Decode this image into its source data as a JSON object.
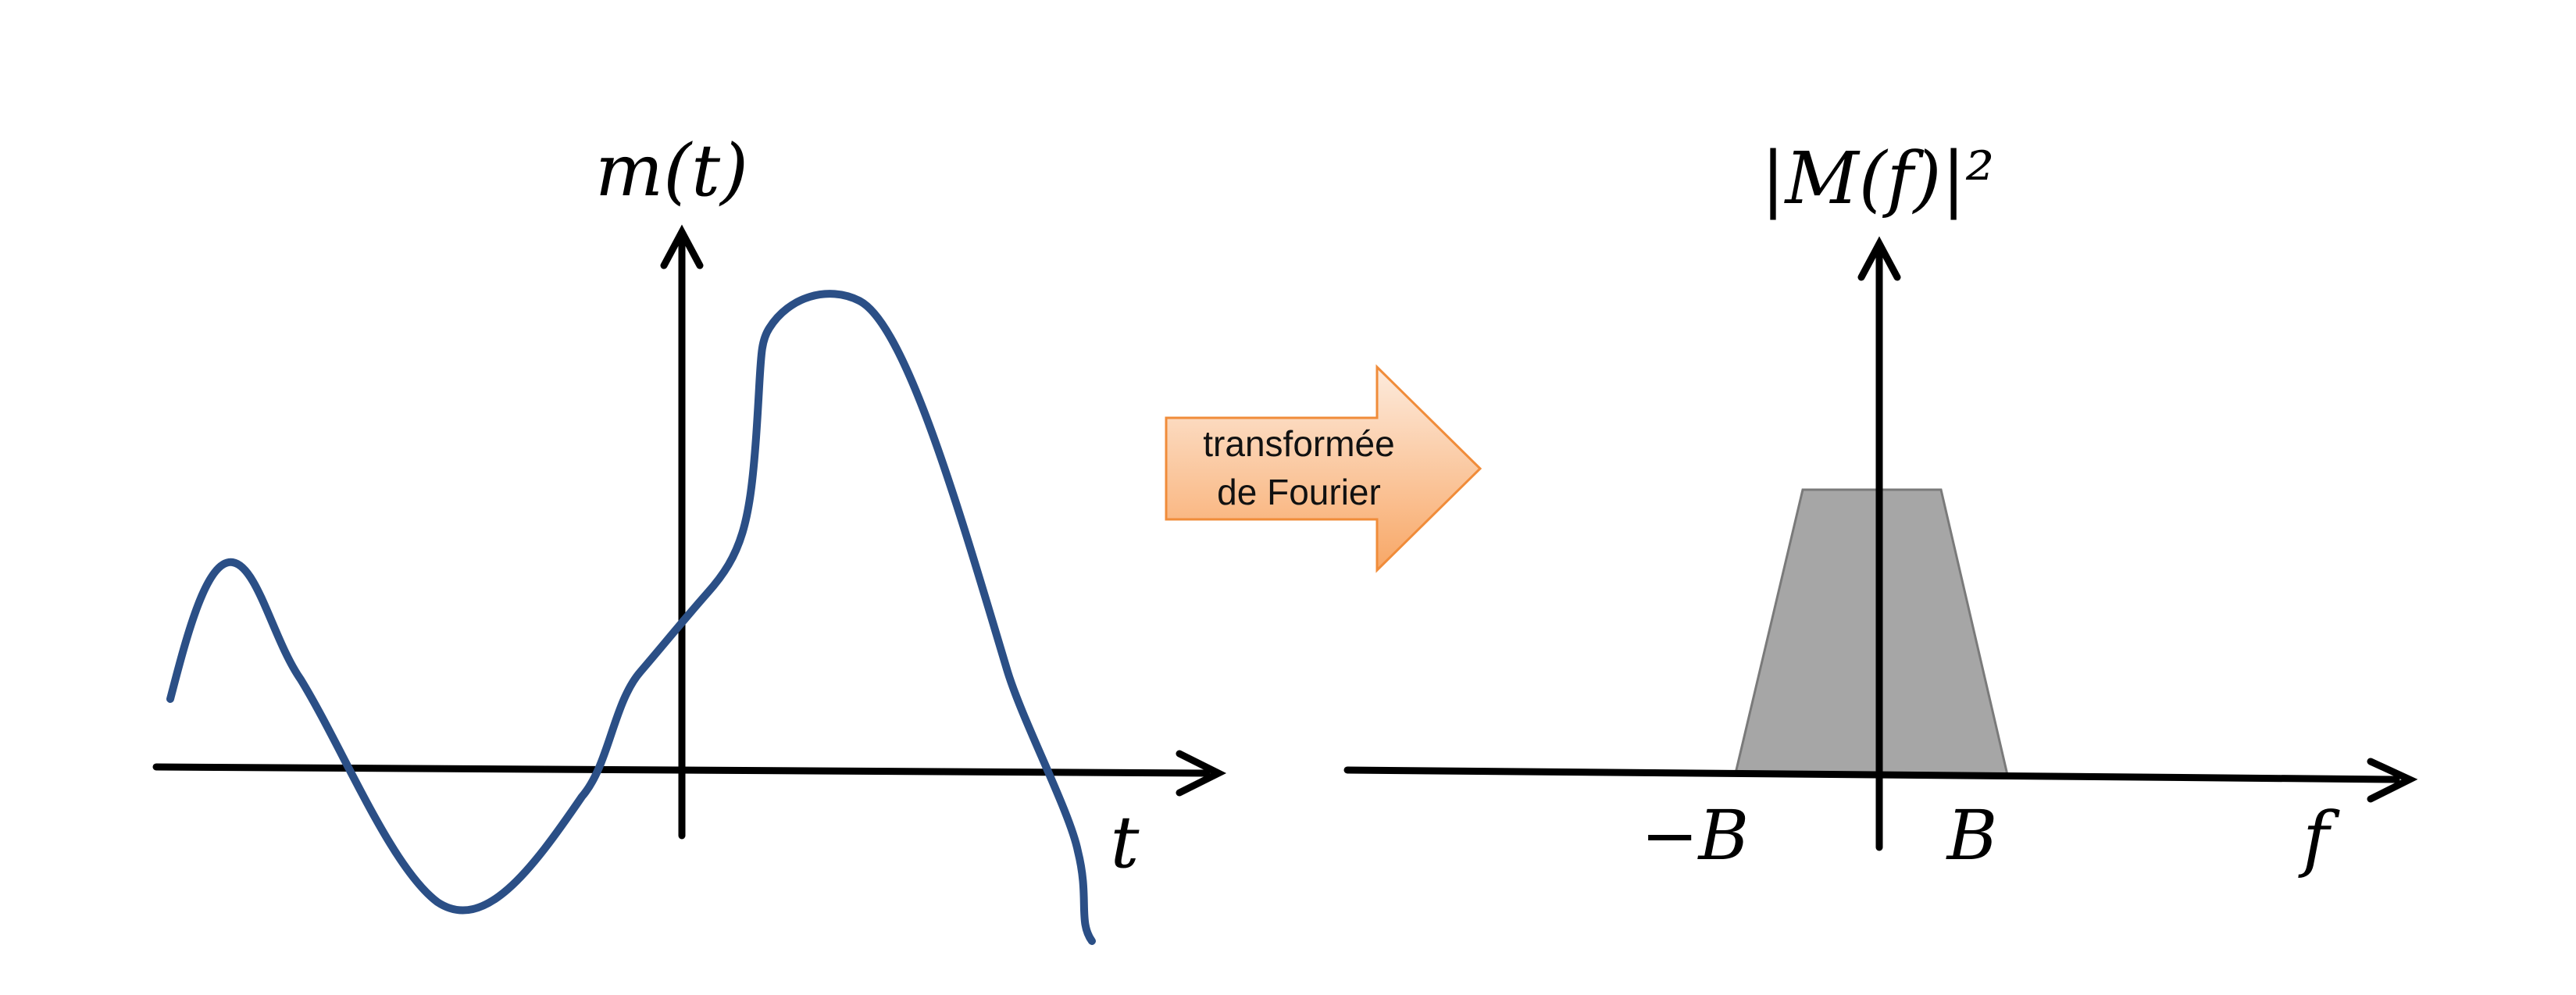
{
  "left_plot": {
    "y_axis_label": "m(t)",
    "x_axis_label": "t"
  },
  "transform_arrow": {
    "line1": "transformée",
    "line2": "de Fourier"
  },
  "right_plot": {
    "y_axis_label": "|M(f)|²",
    "x_axis_label": "f",
    "tick_neg": "−B",
    "tick_pos": "B"
  },
  "colors": {
    "signal": "#2B4F86",
    "spectrum_fill": "#A6A6A6",
    "arrow_fill_light": "#FDE9DA",
    "arrow_fill_dark": "#F8A463",
    "arrow_stroke": "#F08C3A"
  }
}
